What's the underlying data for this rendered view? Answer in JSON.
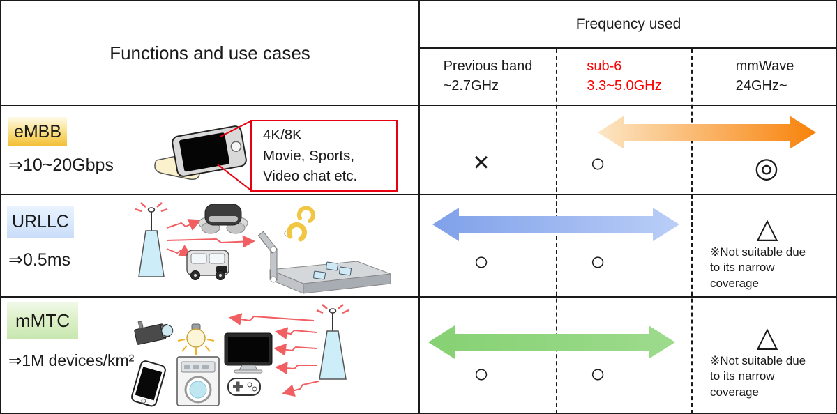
{
  "header": {
    "functions_title": "Functions and use cases",
    "frequency_title": "Frequency used",
    "bands": [
      {
        "name": "Previous band",
        "range": "~2.7GHz",
        "text_color": "#1a1a1a"
      },
      {
        "name": "sub-6",
        "range": "3.3~5.0GHz",
        "text_color": "#ff0000"
      },
      {
        "name": "mmWave",
        "range": "24GHz~",
        "text_color": "#1a1a1a"
      }
    ]
  },
  "rows": [
    {
      "label": "eMBB",
      "spec": "⇒10~20Gbps",
      "badge_gradient": [
        "#fefbe9",
        "#f2bd33"
      ],
      "callout_lines": [
        "4K/8K",
        "Movie, Sports,",
        "Video chat etc."
      ],
      "suitability": {
        "previous_band": "×",
        "sub6": "○",
        "mmwave": "◎"
      },
      "arrow": {
        "span": "sub-6 to mmWave",
        "gradient": [
          "#fce6c5",
          "#f8820a"
        ]
      },
      "illustration": "smartphone held in hand with callout"
    },
    {
      "label": "URLLC",
      "spec": "⇒0.5ms",
      "badge_gradient": [
        "#eaf3fe",
        "#c9dcf8"
      ],
      "suitability": {
        "previous_band": "○",
        "sub6": "○",
        "mmwave": "△"
      },
      "mmwave_note_lines": [
        "※Not suitable due",
        "to its narrow",
        "coverage"
      ],
      "arrow": {
        "span": "Previous band to sub-6",
        "gradient": [
          "#7fa0e9",
          "#bacef7"
        ]
      },
      "illustration": "base station, robot vacuum, autonomous car, factory robot arm"
    },
    {
      "label": "mMTC",
      "spec": "⇒1M devices/km²",
      "badge_gradient": [
        "#f0f9e8",
        "#c8e7b0"
      ],
      "suitability": {
        "previous_band": "○",
        "sub6": "○",
        "mmwave": "△"
      },
      "mmwave_note_lines": [
        "※Not suitable due",
        "to its narrow",
        "coverage"
      ],
      "arrow": {
        "span": "Previous band to sub-6",
        "gradient": [
          "#86d173",
          "#9ddb8d"
        ]
      },
      "illustration": "IoT devices: camera, bulb, TV, phone, washer, gamepad, base station"
    }
  ],
  "colors": {
    "grid": "#1a1a1a",
    "sub6_text": "#ff0000",
    "callout_border": "#e60012",
    "signal_arrow_red": "#f25f63"
  }
}
